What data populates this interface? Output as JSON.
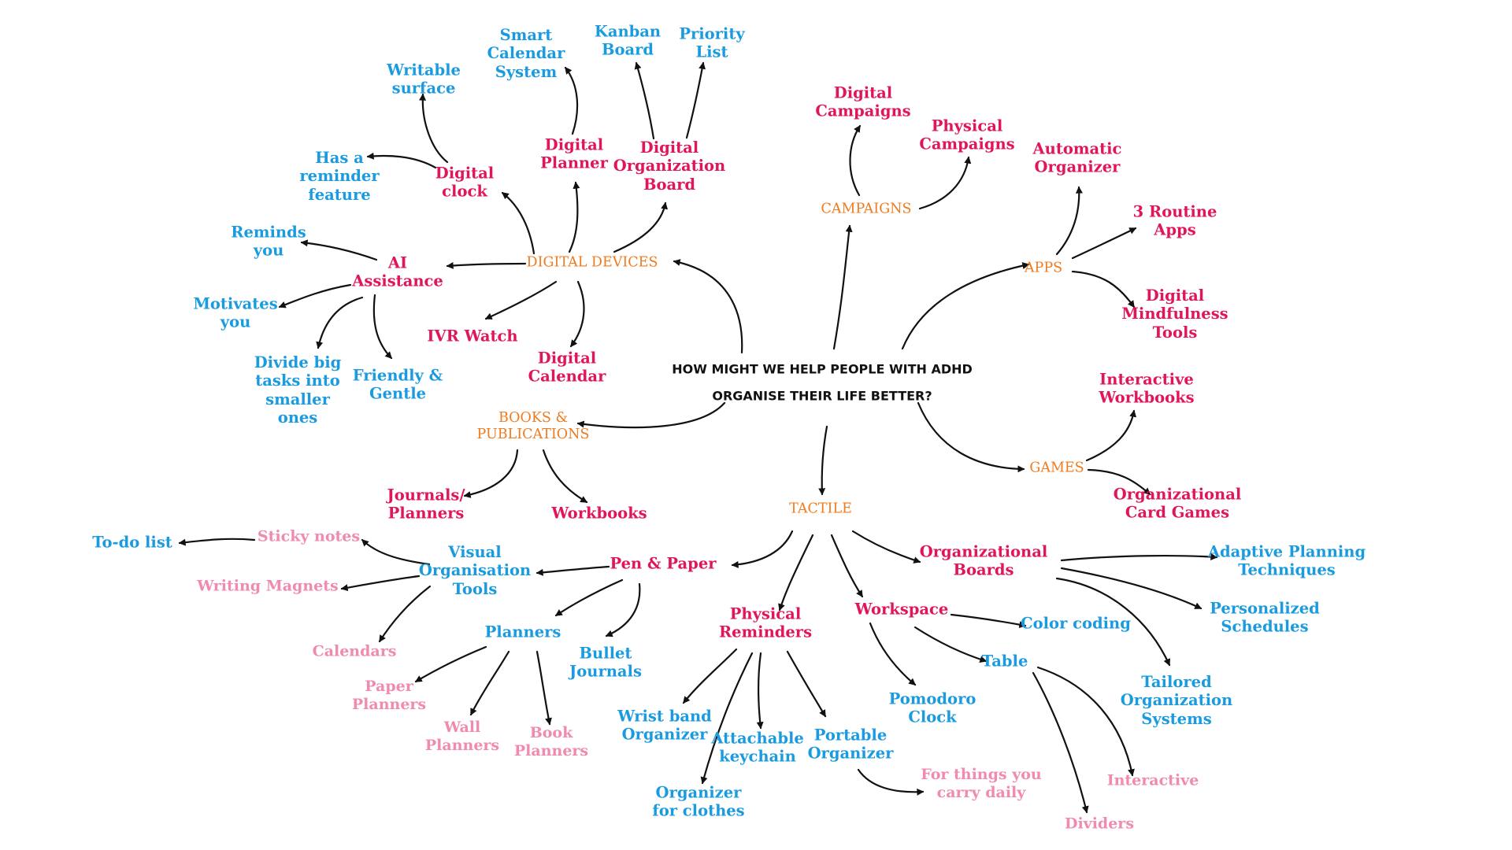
{
  "colors": {
    "category": "#f07b1e",
    "subtopic": "#e0155b",
    "detail": "#1a9be0",
    "minor": "#f08ab0",
    "central": "#111111",
    "edge": "#111111"
  },
  "nodes": [
    {
      "id": "central",
      "lines": [
        "HOW MIGHT WE HELP PEOPLE WITH ADHD",
        "ORGANISE THEIR LIFE BETTER?"
      ],
      "level": "central"
    },
    {
      "id": "digital-devices",
      "lines": [
        "DIGITAL DEVICES"
      ],
      "level": "category"
    },
    {
      "id": "campaigns",
      "lines": [
        "CAMPAIGNS"
      ],
      "level": "category"
    },
    {
      "id": "apps",
      "lines": [
        "APPS"
      ],
      "level": "category"
    },
    {
      "id": "games",
      "lines": [
        "GAMES"
      ],
      "level": "category"
    },
    {
      "id": "tactile",
      "lines": [
        "TACTILE"
      ],
      "level": "category"
    },
    {
      "id": "books",
      "lines": [
        "BOOKS &",
        "PUBLICATIONS"
      ],
      "level": "category"
    },
    {
      "id": "digital-clock",
      "lines": [
        "Digital",
        "clock"
      ],
      "level": "subtopic"
    },
    {
      "id": "digital-planner",
      "lines": [
        "Digital",
        "Planner"
      ],
      "level": "subtopic"
    },
    {
      "id": "digital-org-board",
      "lines": [
        "Digital",
        "Organization",
        "Board"
      ],
      "level": "subtopic"
    },
    {
      "id": "ai-assistance",
      "lines": [
        "AI",
        "Assistance"
      ],
      "level": "subtopic"
    },
    {
      "id": "ivr-watch",
      "lines": [
        "IVR Watch"
      ],
      "level": "subtopic"
    },
    {
      "id": "digital-calendar",
      "lines": [
        "Digital",
        "Calendar"
      ],
      "level": "subtopic"
    },
    {
      "id": "writable-surface",
      "lines": [
        "Writable",
        "surface"
      ],
      "level": "detail"
    },
    {
      "id": "reminder-feature",
      "lines": [
        "Has a",
        "reminder",
        "feature"
      ],
      "level": "detail"
    },
    {
      "id": "smart-calendar",
      "lines": [
        "Smart",
        "Calendar",
        "System"
      ],
      "level": "detail"
    },
    {
      "id": "kanban-board",
      "lines": [
        "Kanban",
        "Board"
      ],
      "level": "detail"
    },
    {
      "id": "priority-list",
      "lines": [
        "Priority",
        "List"
      ],
      "level": "detail"
    },
    {
      "id": "reminds-you",
      "lines": [
        "Reminds",
        "you"
      ],
      "level": "detail"
    },
    {
      "id": "motivates-you",
      "lines": [
        "Motivates",
        "you"
      ],
      "level": "detail"
    },
    {
      "id": "divide-tasks",
      "lines": [
        "Divide big",
        "tasks into",
        "smaller",
        "ones"
      ],
      "level": "detail"
    },
    {
      "id": "friendly-gentle",
      "lines": [
        "Friendly &",
        "Gentle"
      ],
      "level": "detail"
    },
    {
      "id": "digital-campaigns",
      "lines": [
        "Digital",
        "Campaigns"
      ],
      "level": "subtopic"
    },
    {
      "id": "physical-campaigns",
      "lines": [
        "Physical",
        "Campaigns"
      ],
      "level": "subtopic"
    },
    {
      "id": "automatic-organizer",
      "lines": [
        "Automatic",
        "Organizer"
      ],
      "level": "subtopic"
    },
    {
      "id": "routine-apps",
      "lines": [
        "3 Routine",
        "Apps"
      ],
      "level": "subtopic"
    },
    {
      "id": "mindfulness-tools",
      "lines": [
        "Digital",
        "Mindfulness",
        "Tools"
      ],
      "level": "subtopic"
    },
    {
      "id": "interactive-workbooks",
      "lines": [
        "Interactive",
        "Workbooks"
      ],
      "level": "subtopic"
    },
    {
      "id": "card-games",
      "lines": [
        "Organizational",
        "Card Games"
      ],
      "level": "subtopic"
    },
    {
      "id": "journals-planners",
      "lines": [
        "Journals/",
        "Planners"
      ],
      "level": "subtopic"
    },
    {
      "id": "workbooks",
      "lines": [
        "Workbooks"
      ],
      "level": "subtopic"
    },
    {
      "id": "pen-paper",
      "lines": [
        "Pen & Paper"
      ],
      "level": "subtopic"
    },
    {
      "id": "physical-reminders",
      "lines": [
        "Physical",
        "Reminders"
      ],
      "level": "subtopic"
    },
    {
      "id": "workspace",
      "lines": [
        "Workspace"
      ],
      "level": "subtopic"
    },
    {
      "id": "org-boards",
      "lines": [
        "Organizational",
        "Boards"
      ],
      "level": "subtopic"
    },
    {
      "id": "visual-tools",
      "lines": [
        "Visual",
        "Organisation",
        "Tools"
      ],
      "level": "detail"
    },
    {
      "id": "planners",
      "lines": [
        "Planners"
      ],
      "level": "detail"
    },
    {
      "id": "bullet-journals",
      "lines": [
        "Bullet",
        "Journals"
      ],
      "level": "detail"
    },
    {
      "id": "todo-list",
      "lines": [
        "To-do list"
      ],
      "level": "detail"
    },
    {
      "id": "wristband",
      "lines": [
        "Wrist band",
        "Organizer"
      ],
      "level": "detail"
    },
    {
      "id": "keychain",
      "lines": [
        "Attachable",
        "keychain"
      ],
      "level": "detail"
    },
    {
      "id": "portable-organizer",
      "lines": [
        "Portable",
        "Organizer"
      ],
      "level": "detail"
    },
    {
      "id": "clothes-organizer",
      "lines": [
        "Organizer",
        "for clothes"
      ],
      "level": "detail"
    },
    {
      "id": "color-coding",
      "lines": [
        "Color coding"
      ],
      "level": "detail"
    },
    {
      "id": "table",
      "lines": [
        "Table"
      ],
      "level": "detail"
    },
    {
      "id": "pomodoro",
      "lines": [
        "Pomodoro",
        "Clock"
      ],
      "level": "detail"
    },
    {
      "id": "adaptive-planning",
      "lines": [
        "Adaptive Planning",
        "Techniques"
      ],
      "level": "detail"
    },
    {
      "id": "personalized-schedules",
      "lines": [
        "Personalized",
        "Schedules"
      ],
      "level": "detail"
    },
    {
      "id": "tailored-systems",
      "lines": [
        "Tailored",
        "Organization",
        "Systems"
      ],
      "level": "detail"
    },
    {
      "id": "sticky-notes",
      "lines": [
        "Sticky notes"
      ],
      "level": "minor"
    },
    {
      "id": "writing-magnets",
      "lines": [
        "Writing Magnets"
      ],
      "level": "minor"
    },
    {
      "id": "calendars",
      "lines": [
        "Calendars"
      ],
      "level": "minor"
    },
    {
      "id": "paper-planners",
      "lines": [
        "Paper",
        "Planners"
      ],
      "level": "minor"
    },
    {
      "id": "wall-planners",
      "lines": [
        "Wall",
        "Planners"
      ],
      "level": "minor"
    },
    {
      "id": "book-planners",
      "lines": [
        "Book",
        "Planners"
      ],
      "level": "minor"
    },
    {
      "id": "carry-daily",
      "lines": [
        "For things you",
        "carry daily"
      ],
      "level": "minor"
    },
    {
      "id": "interactive",
      "lines": [
        "Interactive"
      ],
      "level": "minor"
    },
    {
      "id": "dividers",
      "lines": [
        "Dividers"
      ],
      "level": "minor"
    }
  ]
}
